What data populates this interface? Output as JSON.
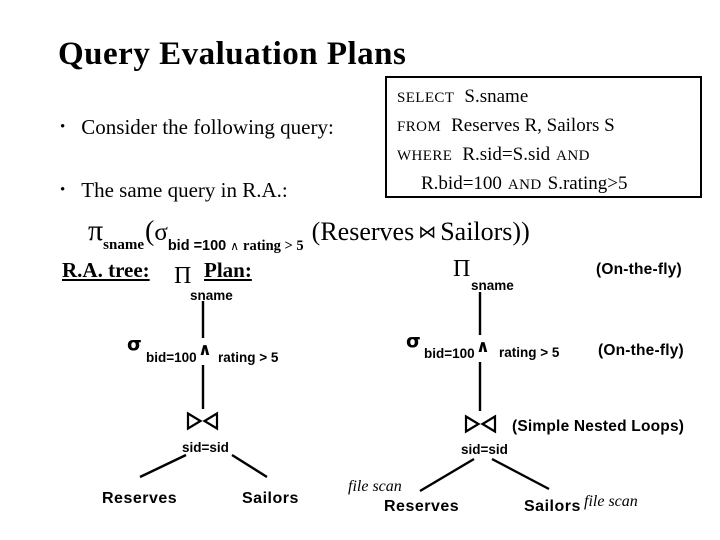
{
  "title": "Query Evaluation Plans",
  "bullet_char": "•",
  "bullets": [
    "Consider the following query:",
    "The same query in R.A.:"
  ],
  "sql": {
    "line1": {
      "kw": "SELECT",
      "text": "S.sname"
    },
    "line2": {
      "kw": "FROM",
      "text": "Reserves R, Sailors S"
    },
    "line3": {
      "kw": "WHERE",
      "text": "R.sid=S.sid",
      "kw2": "AND"
    },
    "line4": {
      "text1": "R.bid=100",
      "kw": "AND",
      "text2": "S.rating>5"
    }
  },
  "ra_expr": {
    "pi": "π",
    "pi_sub": "sname",
    "open_paren": "(",
    "sigma": "σ",
    "sigma_sub_left": "bid =100",
    "and_symbol": "∧",
    "sigma_sub_right": "rating > 5",
    "middle": "(Reserves",
    "bowtie": "⋈",
    "tail": "Sailors))"
  },
  "section_labels": {
    "ra_tree": "R.A. tree:",
    "plan": "Plan:"
  },
  "left_tree": {
    "pi": "Π",
    "pi_sub": "sname",
    "sigma": "σ",
    "sigma_sub": "bid=100",
    "and_symbol": "∧",
    "condition": "rating > 5",
    "join_condition": "sid=sid",
    "left_leaf": "Reserves",
    "right_leaf": "Sailors"
  },
  "right_tree": {
    "pi": "Π",
    "pi_sub": "sname",
    "pi_annotation": "(On-the-fly)",
    "sigma": "σ",
    "sigma_sub": "bid=100",
    "and_symbol": "∧",
    "condition": "rating > 5",
    "sigma_annotation": "(On-the-fly)",
    "join_annotation": "(Simple Nested Loops)",
    "join_condition": "sid=sid",
    "left_leaf": "Reserves",
    "right_leaf": "Sailors",
    "left_leaf_annotation": "file scan",
    "right_leaf_annotation": "file scan"
  },
  "colors": {
    "text": "#000000",
    "background": "#ffffff"
  }
}
